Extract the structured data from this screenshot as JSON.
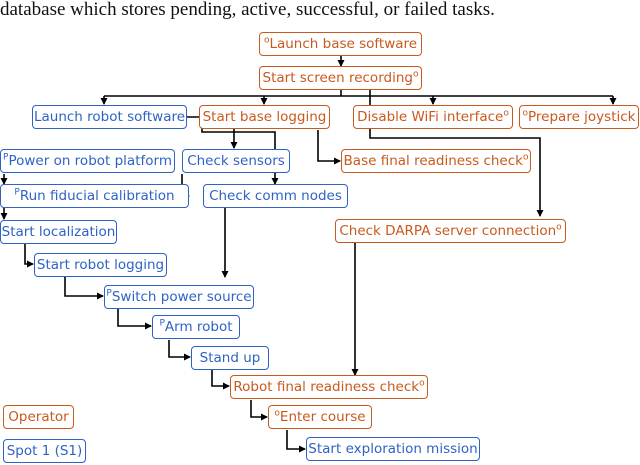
{
  "caption": "database which stores pending, active, successful, or failed tasks.",
  "colors": {
    "operator": "#c85a1e",
    "spot": "#2e63c4",
    "arrow": "#000000"
  },
  "nodes": {
    "launch_base_software": {
      "pre": "o",
      "text": "Launch base software",
      "post": ""
    },
    "start_screen_recording": {
      "pre": "",
      "text": "Start screen recording",
      "post": "o"
    },
    "launch_robot_software": {
      "pre": "",
      "text": "Launch robot software",
      "post": ""
    },
    "start_base_logging": {
      "pre": "",
      "text": "Start base logging",
      "post": ""
    },
    "disable_wifi": {
      "pre": "",
      "text": "Disable WiFi interface",
      "post": "o"
    },
    "prepare_joystick": {
      "pre": "o",
      "text": "Prepare joystick",
      "post": ""
    },
    "power_on_robot": {
      "pre": "P",
      "text": "Power on robot platform",
      "post": ""
    },
    "check_sensors": {
      "pre": "",
      "text": "Check sensors",
      "post": ""
    },
    "base_final_readiness": {
      "pre": "",
      "text": "Base final readiness check",
      "post": "o"
    },
    "run_fiducial": {
      "pre": "P",
      "text": "Run fiducial calibration",
      "post": ""
    },
    "check_comm_nodes": {
      "pre": "",
      "text": "Check comm nodes",
      "post": ""
    },
    "start_localization": {
      "pre": "",
      "text": "Start localization",
      "post": ""
    },
    "check_darpa": {
      "pre": "",
      "text": "Check DARPA server connection",
      "post": "o"
    },
    "start_robot_logging": {
      "pre": "",
      "text": "Start robot logging",
      "post": ""
    },
    "switch_power": {
      "pre": "P",
      "text": "Switch power source",
      "post": ""
    },
    "arm_robot": {
      "pre": "P",
      "text": "Arm robot",
      "post": ""
    },
    "stand_up": {
      "pre": "",
      "text": "Stand up",
      "post": ""
    },
    "robot_final_readiness": {
      "pre": "",
      "text": "Robot final readiness check",
      "post": "o"
    },
    "enter_course": {
      "pre": "o",
      "text": "Enter course",
      "post": ""
    },
    "start_exploration": {
      "pre": "",
      "text": "Start exploration mission",
      "post": ""
    }
  },
  "legend": {
    "operator": "Operator",
    "spot": "Spot 1 (S1)"
  }
}
